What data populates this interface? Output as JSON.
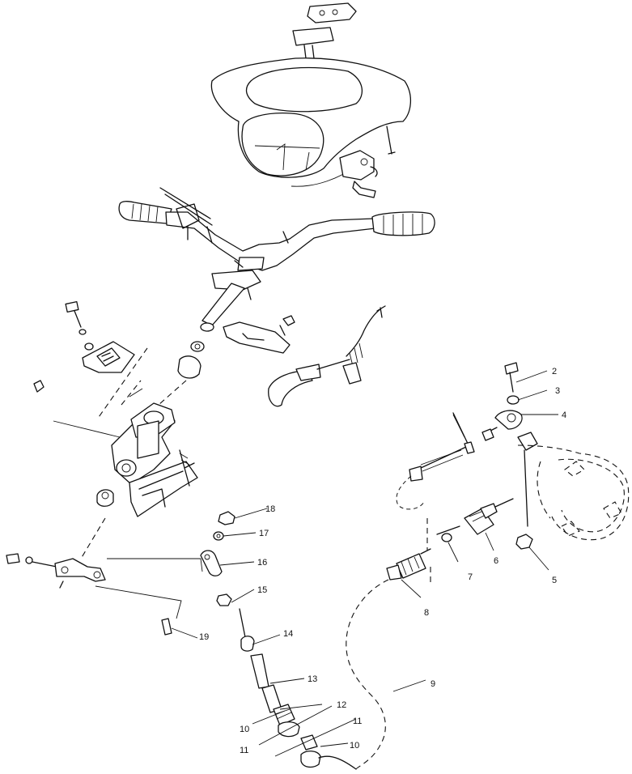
{
  "callouts": {
    "c2": "2",
    "c3": "3",
    "c4": "4",
    "c5": "5",
    "c6": "6",
    "c7": "7",
    "c8": "8",
    "c9": "9",
    "c10a": "10",
    "c10b": "10",
    "c11a": "11",
    "c11b": "11",
    "c12": "12",
    "c13": "13",
    "c14": "14",
    "c15": "15",
    "c16": "16",
    "c17": "17",
    "c18": "18",
    "c19": "19"
  }
}
